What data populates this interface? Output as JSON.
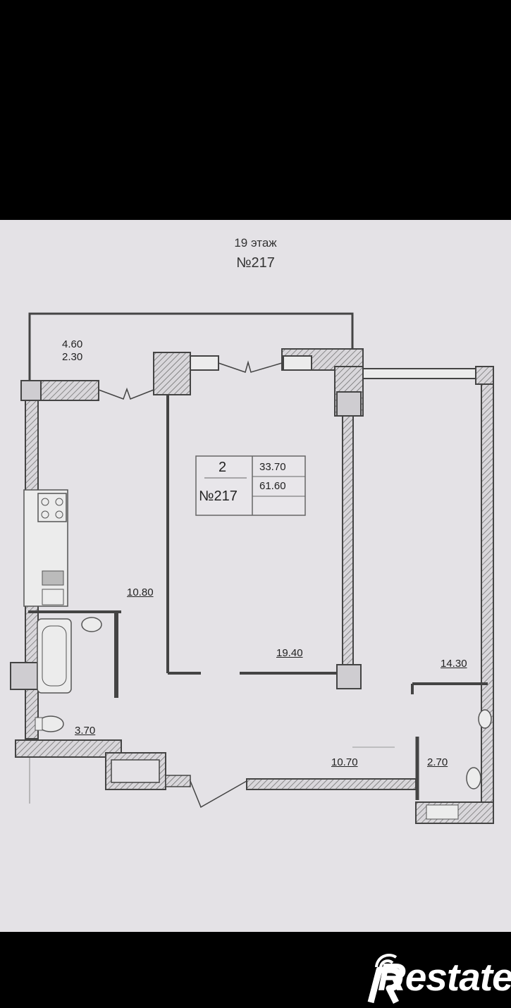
{
  "header": {
    "floor": "19 этаж",
    "apartment": "№217"
  },
  "info_box": {
    "rooms": "2",
    "number": "№217",
    "living_area": "33.70",
    "total_area": "61.60"
  },
  "areas": {
    "balcony_top": "4.60",
    "balcony_bottom": "2.30",
    "kitchen": "10.80",
    "living_room": "19.40",
    "bedroom": "14.30",
    "bathroom": "3.70",
    "hall": "10.70",
    "wc": "2.70"
  },
  "brand": {
    "name": "Restate"
  },
  "colors": {
    "paper": "#e4e2e6",
    "wall": "#555555",
    "background": "#000000"
  }
}
